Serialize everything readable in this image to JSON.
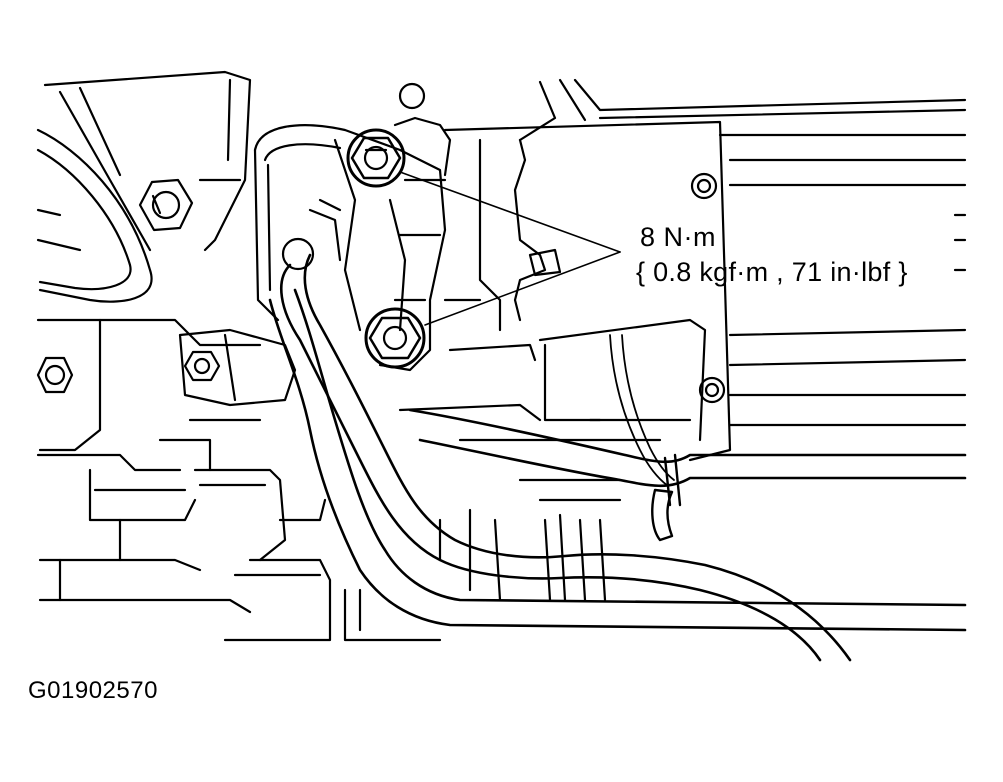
{
  "torque_callout": {
    "line1": "8 N·m",
    "line2": "{ 0.8 kgf·m , 71 in·lbf }"
  },
  "figure_id": "G01902570",
  "colors": {
    "background": "#ffffff",
    "ink": "#000000"
  },
  "icons": [
    "hex-bolt-icon",
    "hex-nut-icon",
    "bolt-head-icon"
  ]
}
